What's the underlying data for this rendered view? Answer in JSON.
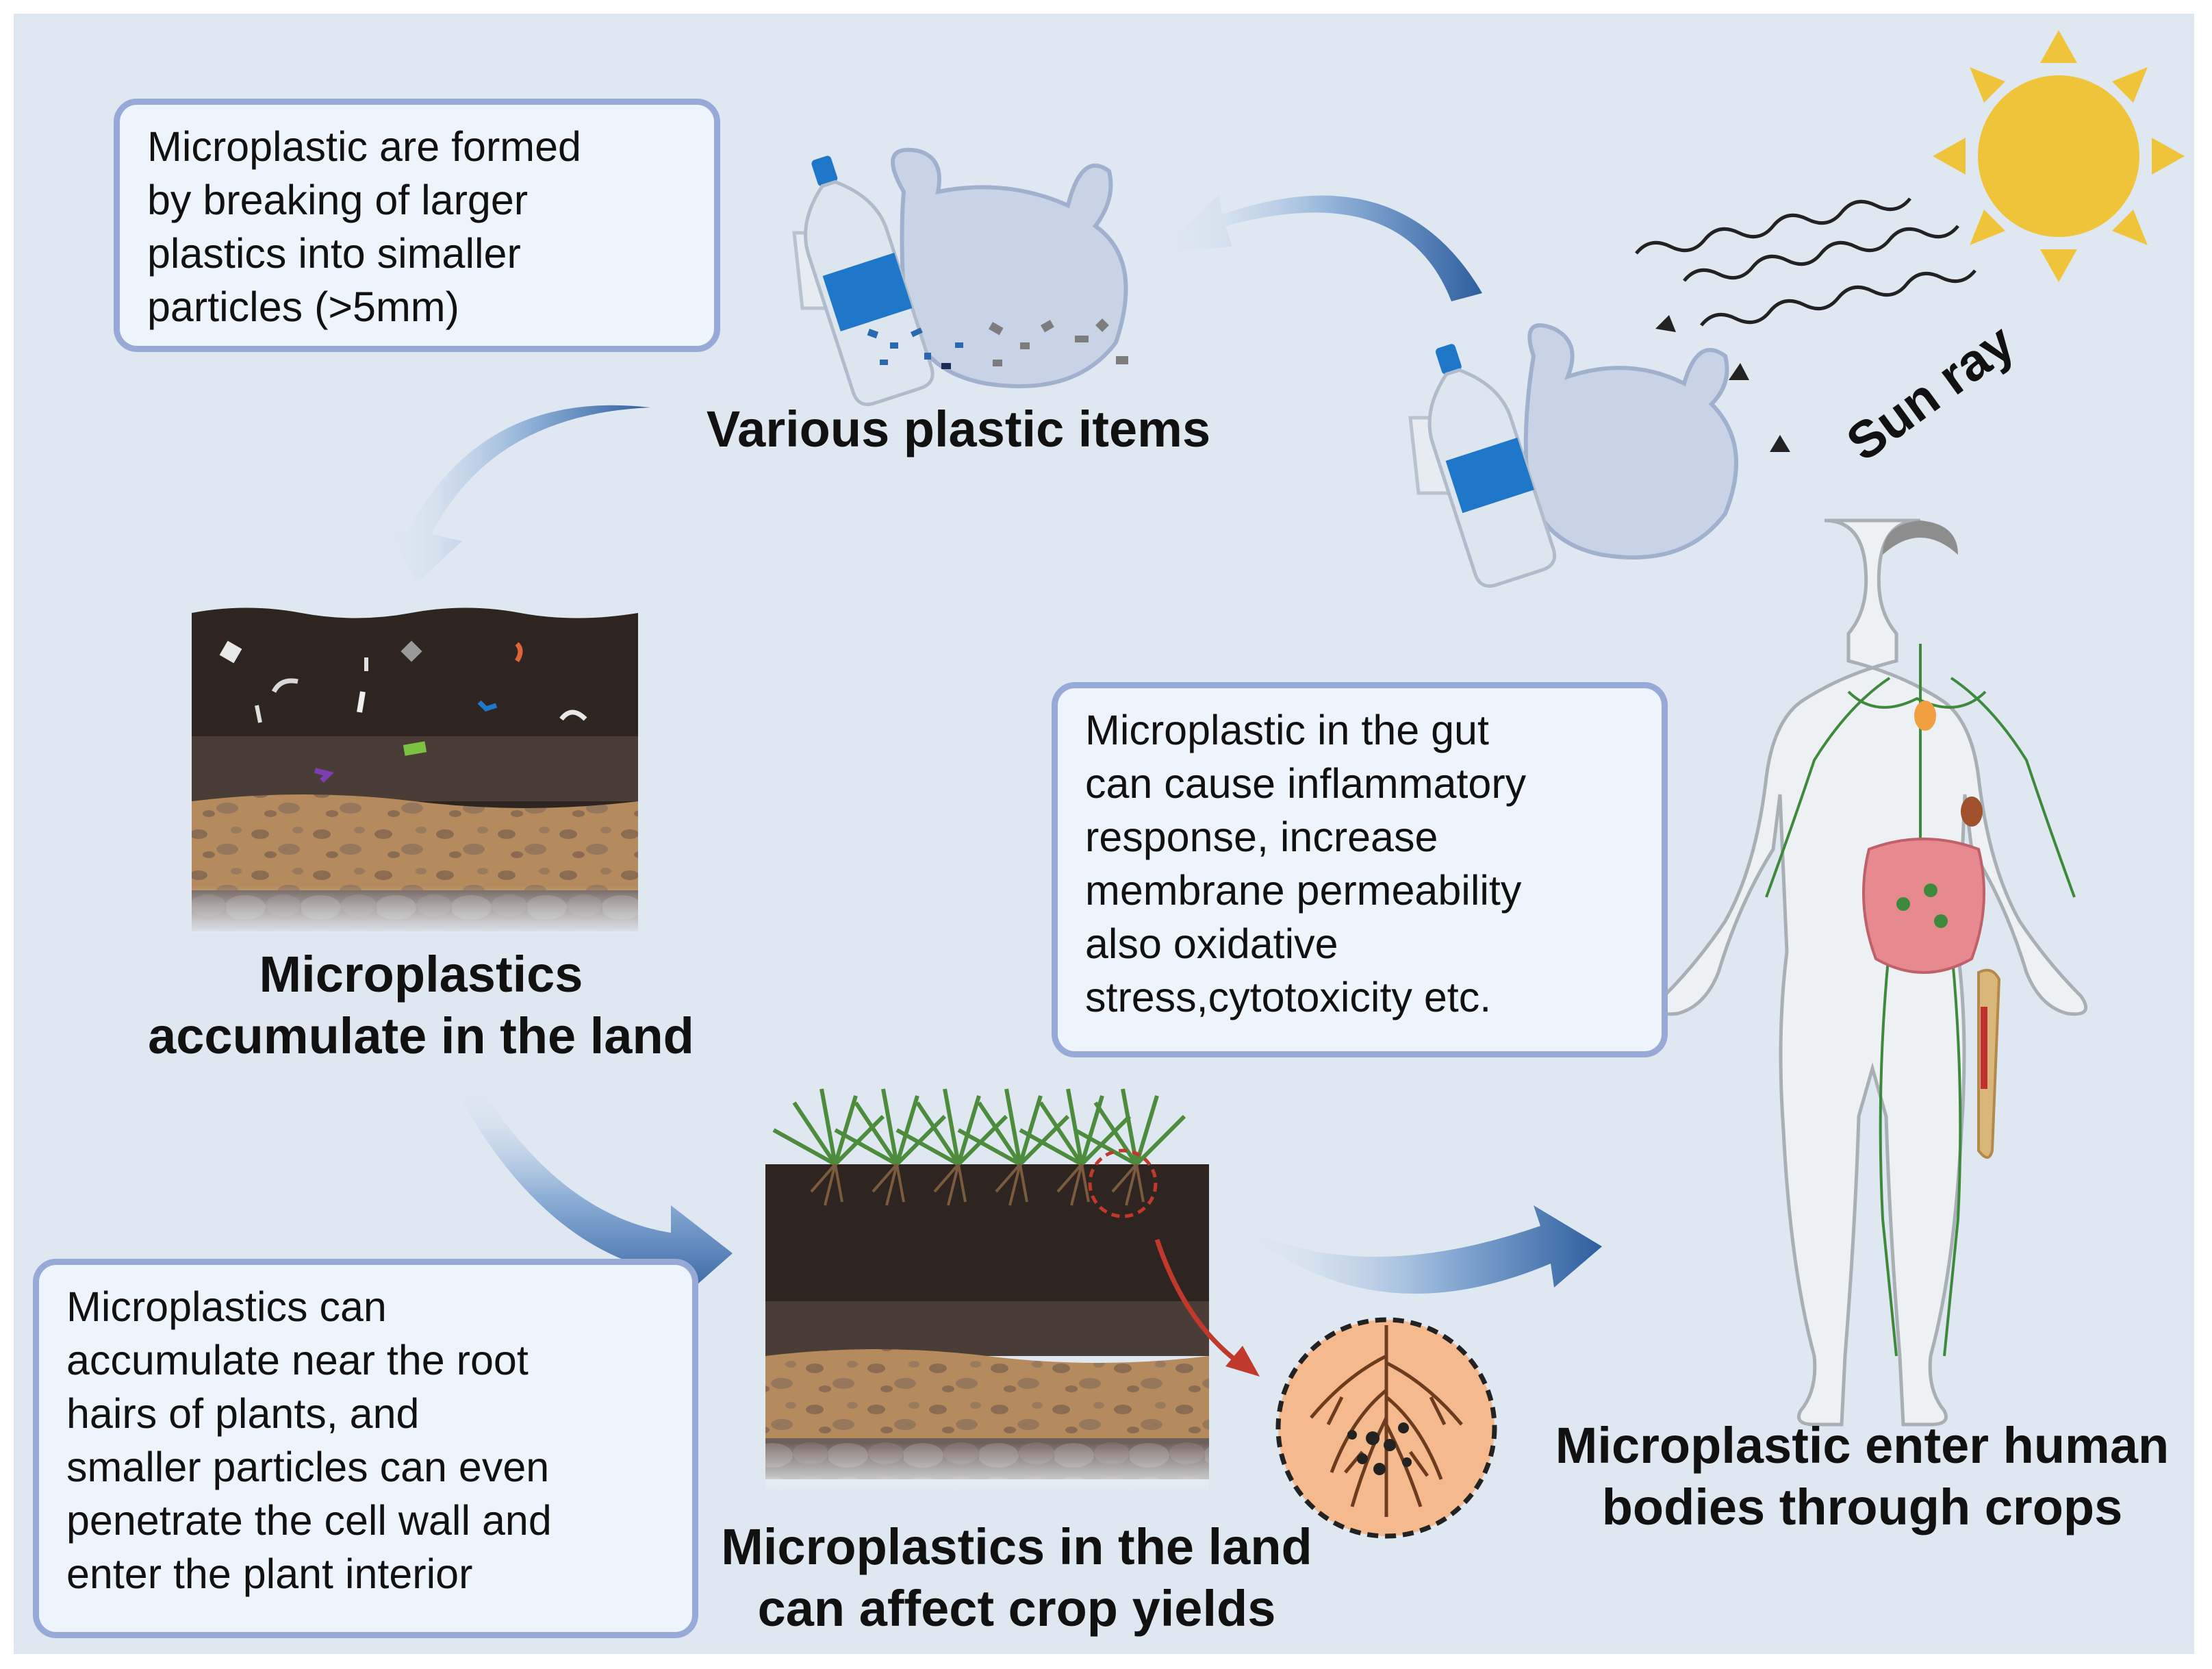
{
  "callouts": {
    "formation": "Microplastic are formed\nby breaking of larger\nplastics into simaller\nparticles (>5mm)",
    "gut": "Microplastic in the gut\ncan cause inflammatory\nresponse, increase\nmembrane permeability\nalso oxidative\nstress,cytotoxicity etc.",
    "roots": "Microplastics can\naccumulate near the root\nhairs of plants, and\nsmaller particles can even\npenetrate the cell wall and\nenter the plant interior"
  },
  "captions": {
    "plastic_items": "Various plastic items",
    "land": "Microplastics\naccumulate in the land",
    "crops": "Microplastics in the land\ncan affect crop yields",
    "human": "Microplastic enter human\nbodies through crops"
  },
  "sun_label": "Sun ray",
  "icons": [
    "sun-icon",
    "plastic-bottle-icon",
    "plastic-bag-icon",
    "plastic-cup-icon",
    "soil-layers-icon",
    "grass-icon",
    "root-zoom-icon",
    "human-body-icon",
    "curved-arrow-icon"
  ],
  "colors": {
    "background": "#dfe8f1",
    "box_border": "#97a9d6",
    "box_fill": "#eef4fb",
    "arrow_blue": "#2e5f9e",
    "sun": "#f0c43a",
    "soil_dark": "#2e2521",
    "soil_mid": "#4a3c37",
    "soil_sand": "#b58a5c",
    "root_circle": "#f4b98c",
    "red_arrow": "#c0392b"
  }
}
